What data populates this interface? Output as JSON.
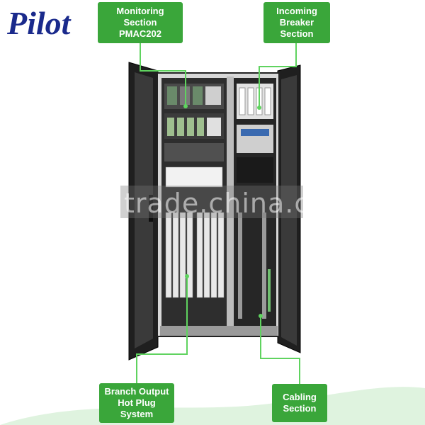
{
  "brand": {
    "logo_text": "Pilot"
  },
  "callouts": {
    "monitoring": "Monitoring\nSection\nPMAC202",
    "incoming": "Incoming\nBreaker\nSection",
    "branch": "Branch Output\nHot Plug\nSystem",
    "cabling": "Cabling\nSection"
  },
  "watermark": "trade.china.cn",
  "colors": {
    "brand_blue": "#1a2a8c",
    "callout_green": "#3aa63a",
    "leader_green": "#5fd35f",
    "cabinet": "#2b2b2b"
  }
}
